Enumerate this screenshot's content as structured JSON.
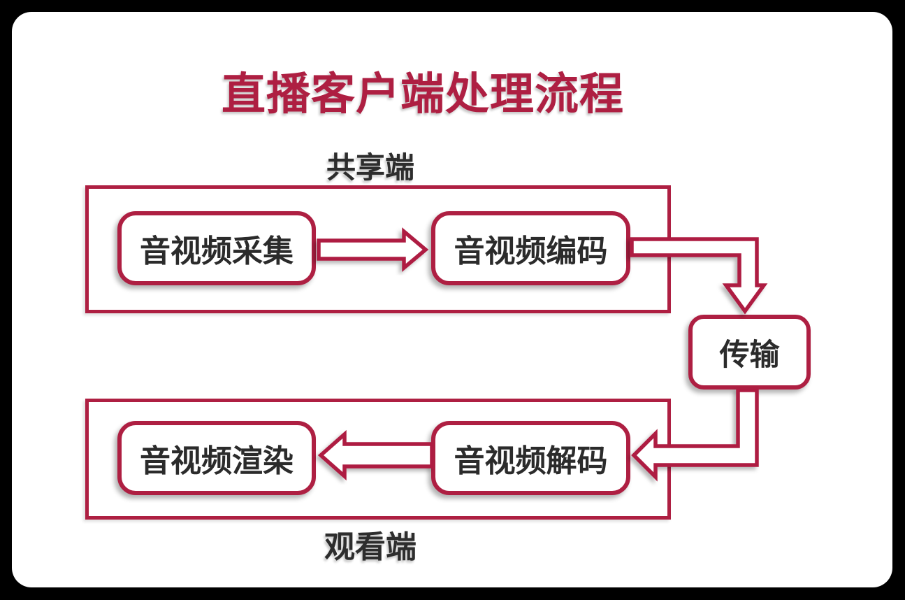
{
  "title": "直播客户端处理流程",
  "colors": {
    "accent": "#ae1f42",
    "text": "#2d2d2d",
    "canvas_background": "#000000",
    "slide_background": "#ffffff"
  },
  "sections": {
    "share": {
      "label": "共享端"
    },
    "watch": {
      "label": "观看端"
    }
  },
  "nodes": {
    "capture": {
      "label": "音视频采集"
    },
    "encode": {
      "label": "音视频编码"
    },
    "transmit": {
      "label": "传输"
    },
    "decode": {
      "label": "音视频解码"
    },
    "render": {
      "label": "音视频渲染"
    }
  },
  "flows": [
    {
      "from": "音视频采集",
      "to": "音视频编码"
    },
    {
      "from": "音视频编码",
      "to": "传输"
    },
    {
      "from": "传输",
      "to": "音视频解码"
    },
    {
      "from": "音视频解码",
      "to": "音视频渲染"
    }
  ]
}
